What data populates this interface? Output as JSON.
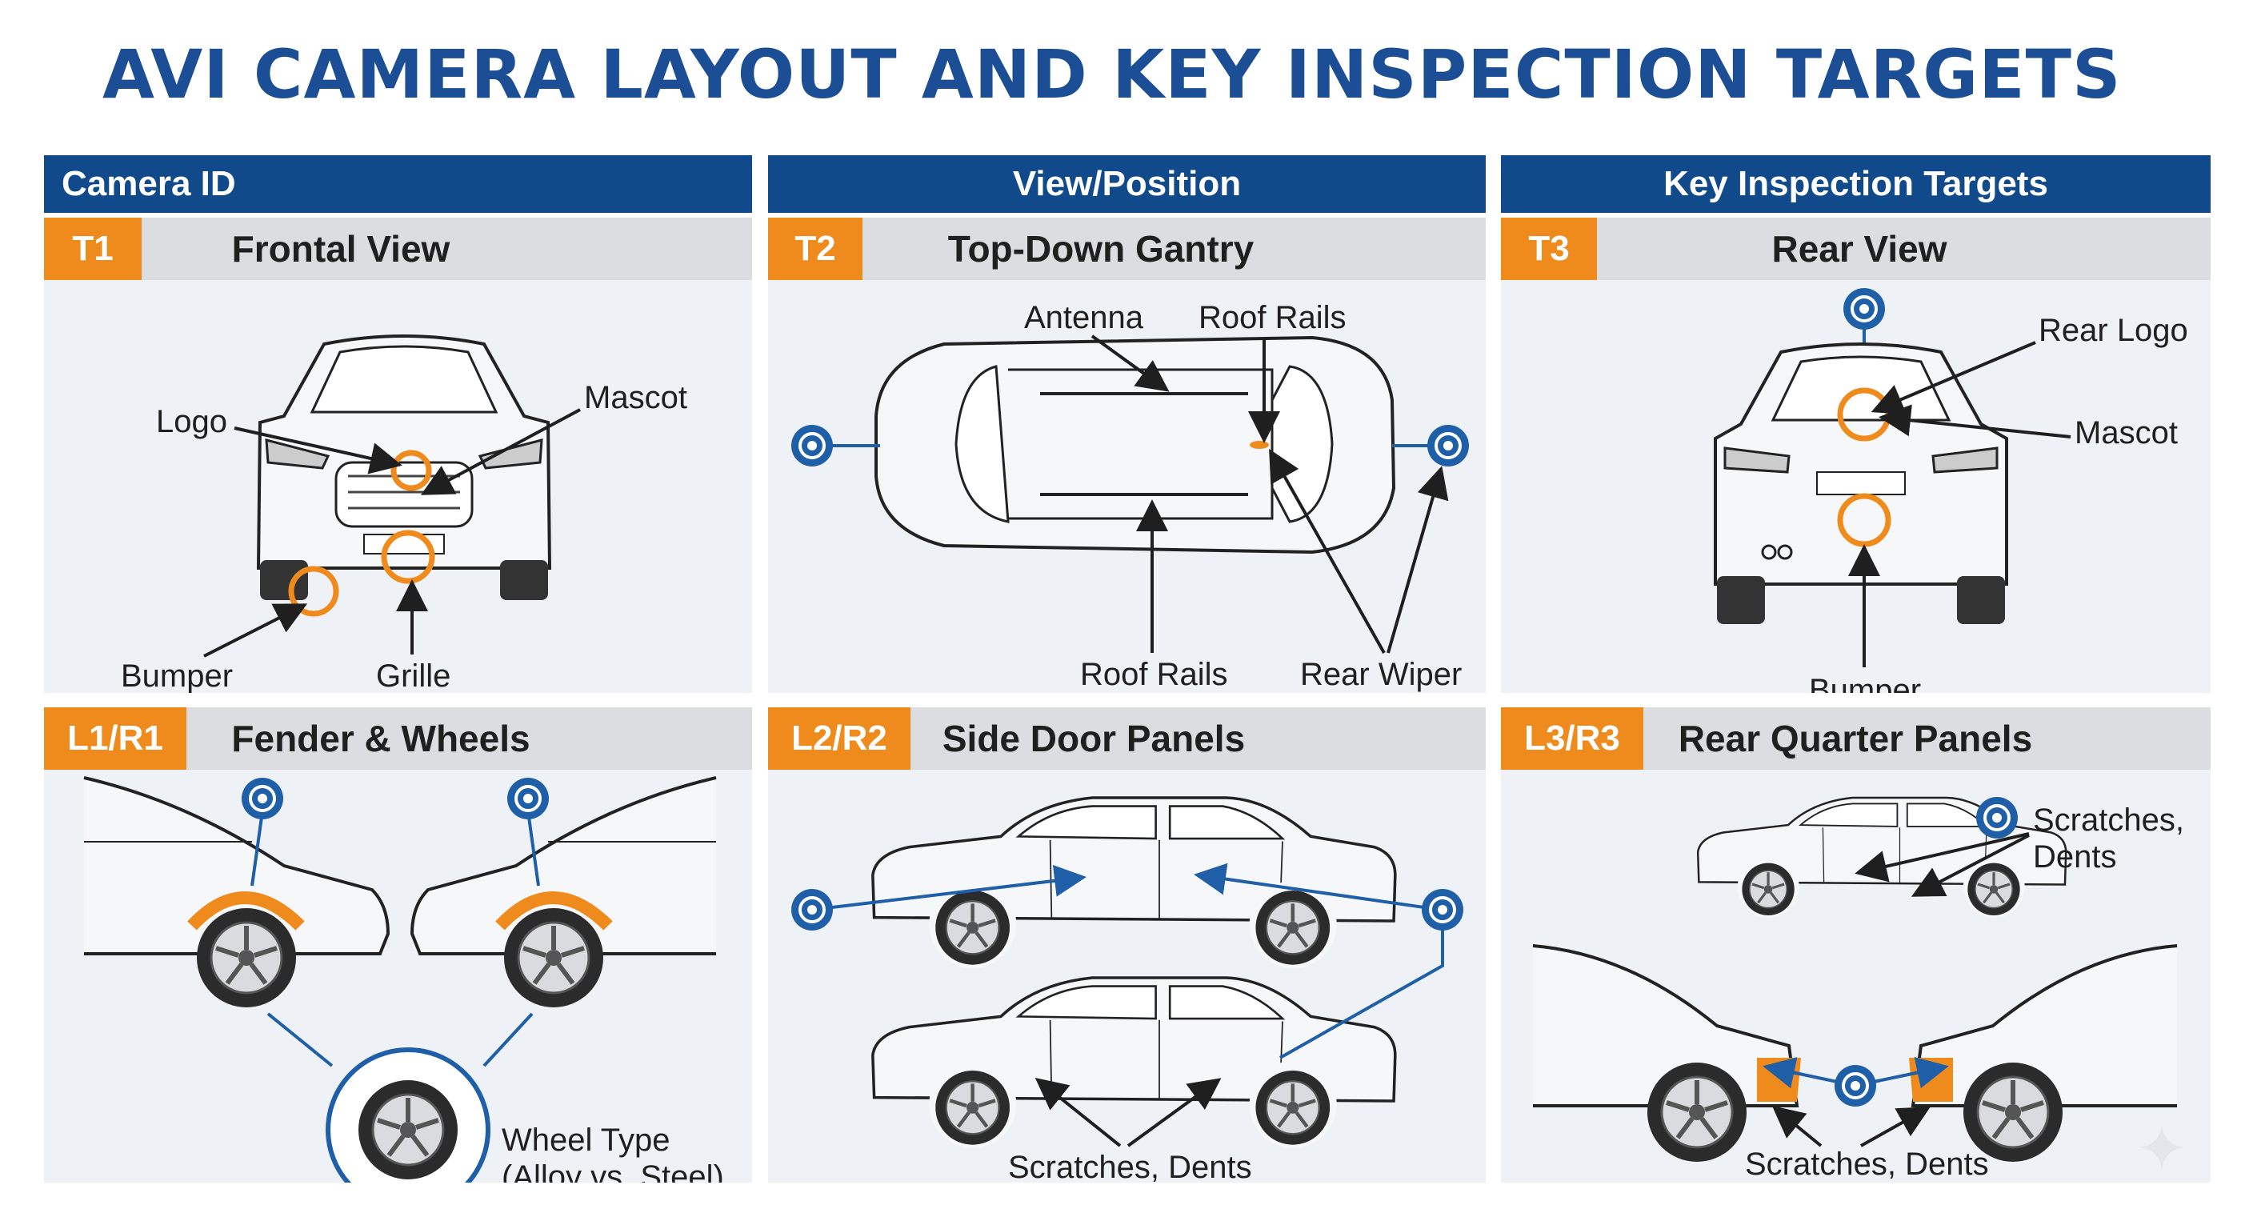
{
  "title": "AVI CAMERA LAYOUT AND KEY INSPECTION TARGETS",
  "columns": [
    "Camera ID",
    "View/Position",
    "Key Inspection Targets"
  ],
  "panels": [
    {
      "id": "T1",
      "name": "Frontal View",
      "labels": [
        "Logo",
        "Mascot",
        "Bumper",
        "Grille"
      ]
    },
    {
      "id": "T2",
      "name": "Top-Down Gantry",
      "labels": [
        "Antenna",
        "Roof Rails",
        "Roof Rails",
        "Rear Wiper"
      ]
    },
    {
      "id": "T3",
      "name": "Rear View",
      "labels": [
        "Rear Logo",
        "Mascot",
        "Bumper"
      ]
    },
    {
      "id": "L1/R1",
      "name": "Fender & Wheels",
      "labels": [
        "Wheel Type",
        "(Alloy vs. Steel)"
      ]
    },
    {
      "id": "L2/R2",
      "name": "Side Door Panels",
      "labels": [
        "Scratches, Dents"
      ]
    },
    {
      "id": "L3/R3",
      "name": "Rear Quarter Panels",
      "labels": [
        "Scratches,",
        "Dents",
        "Scratches, Dents"
      ]
    }
  ],
  "colors": {
    "title": "#1b4e94",
    "header": "#114a8b",
    "id_badge": "#ef8a1c",
    "highlight": "#ef8a1c",
    "camera": "#1f5fa8"
  },
  "icons": [
    "camera-icon",
    "sedan-front-icon",
    "sedan-top-icon",
    "sedan-rear-icon",
    "sedan-side-icon",
    "wheel-icon",
    "sparkle-icon"
  ]
}
